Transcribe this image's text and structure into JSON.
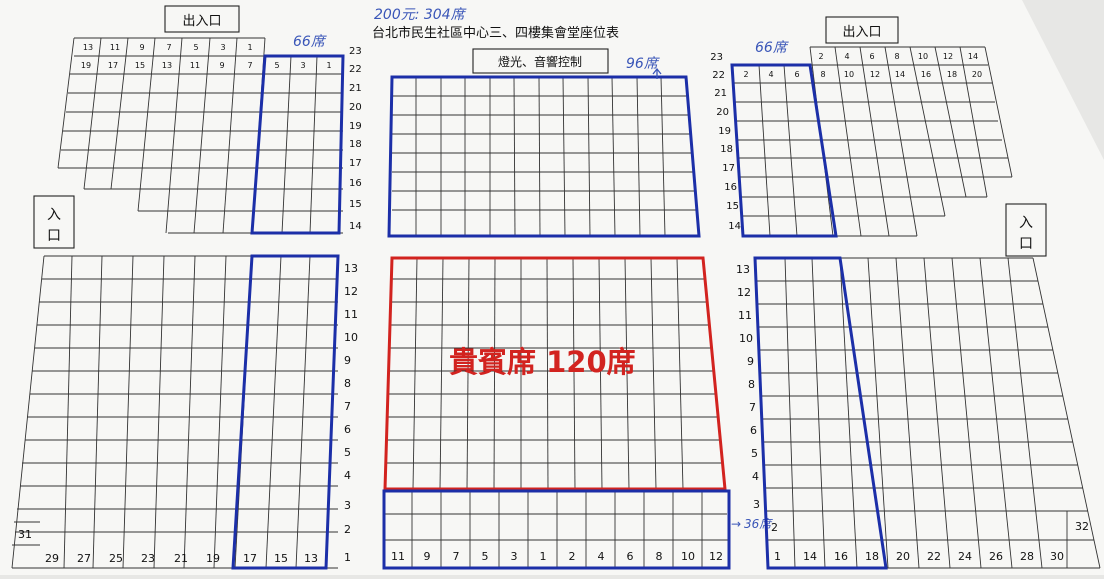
{
  "title": "台北市民生社區中心三、四樓集會堂座位表",
  "note_top": "200元: 304席",
  "exits": {
    "left": "出入口",
    "right": "出入口"
  },
  "entrances": {
    "left": [
      "入",
      "口"
    ],
    "right": [
      "入",
      "口"
    ]
  },
  "control": "燈光、音響控制",
  "notes": {
    "upper_left": "66席",
    "upper_right": "66席",
    "upper_center": "96席",
    "vip": "貴賓席 120席",
    "lower_center": "36席",
    "lower_center_arrow": "→"
  },
  "colors": {
    "blue": "#1c2fa8",
    "red": "#d2231f",
    "ink": "#222222",
    "pen": "#3a56b8"
  },
  "upper_left": {
    "rows": [
      "23",
      "22",
      "21",
      "20",
      "19",
      "18",
      "17",
      "16",
      "15",
      "14"
    ],
    "seats_23": [
      "13",
      "11",
      "9",
      "7",
      "5",
      "3",
      "1"
    ],
    "seats_22": [
      "19",
      "17",
      "15",
      "13",
      "11",
      "9",
      "7",
      "5",
      "3",
      "1"
    ]
  },
  "upper_right": {
    "rows": [
      "23",
      "22",
      "21",
      "20",
      "19",
      "18",
      "17",
      "16",
      "15",
      "14"
    ],
    "seats_23": [
      "2",
      "4",
      "6",
      "8",
      "10",
      "12",
      "14"
    ],
    "seats_22": [
      "2",
      "4",
      "6",
      "8",
      "10",
      "12",
      "14",
      "16",
      "18",
      "20"
    ]
  },
  "lower_left": {
    "rows": [
      "13",
      "12",
      "11",
      "10",
      "9",
      "8",
      "7",
      "6",
      "5",
      "4",
      "3",
      "2",
      "1"
    ],
    "seats_1": [
      "29",
      "27",
      "25",
      "23",
      "21",
      "19",
      "17",
      "15",
      "13"
    ],
    "extra_seat": "31"
  },
  "lower_right": {
    "rows": [
      "13",
      "12",
      "11",
      "10",
      "9",
      "8",
      "7",
      "6",
      "5",
      "4",
      "3",
      "2",
      "1"
    ],
    "seats_1": [
      "14",
      "16",
      "18",
      "20",
      "22",
      "24",
      "26",
      "28",
      "30"
    ],
    "extra_seat": "32"
  },
  "center_front": {
    "seats_1": [
      "11",
      "9",
      "7",
      "5",
      "3",
      "1",
      "2",
      "4",
      "6",
      "8",
      "10",
      "12"
    ]
  }
}
